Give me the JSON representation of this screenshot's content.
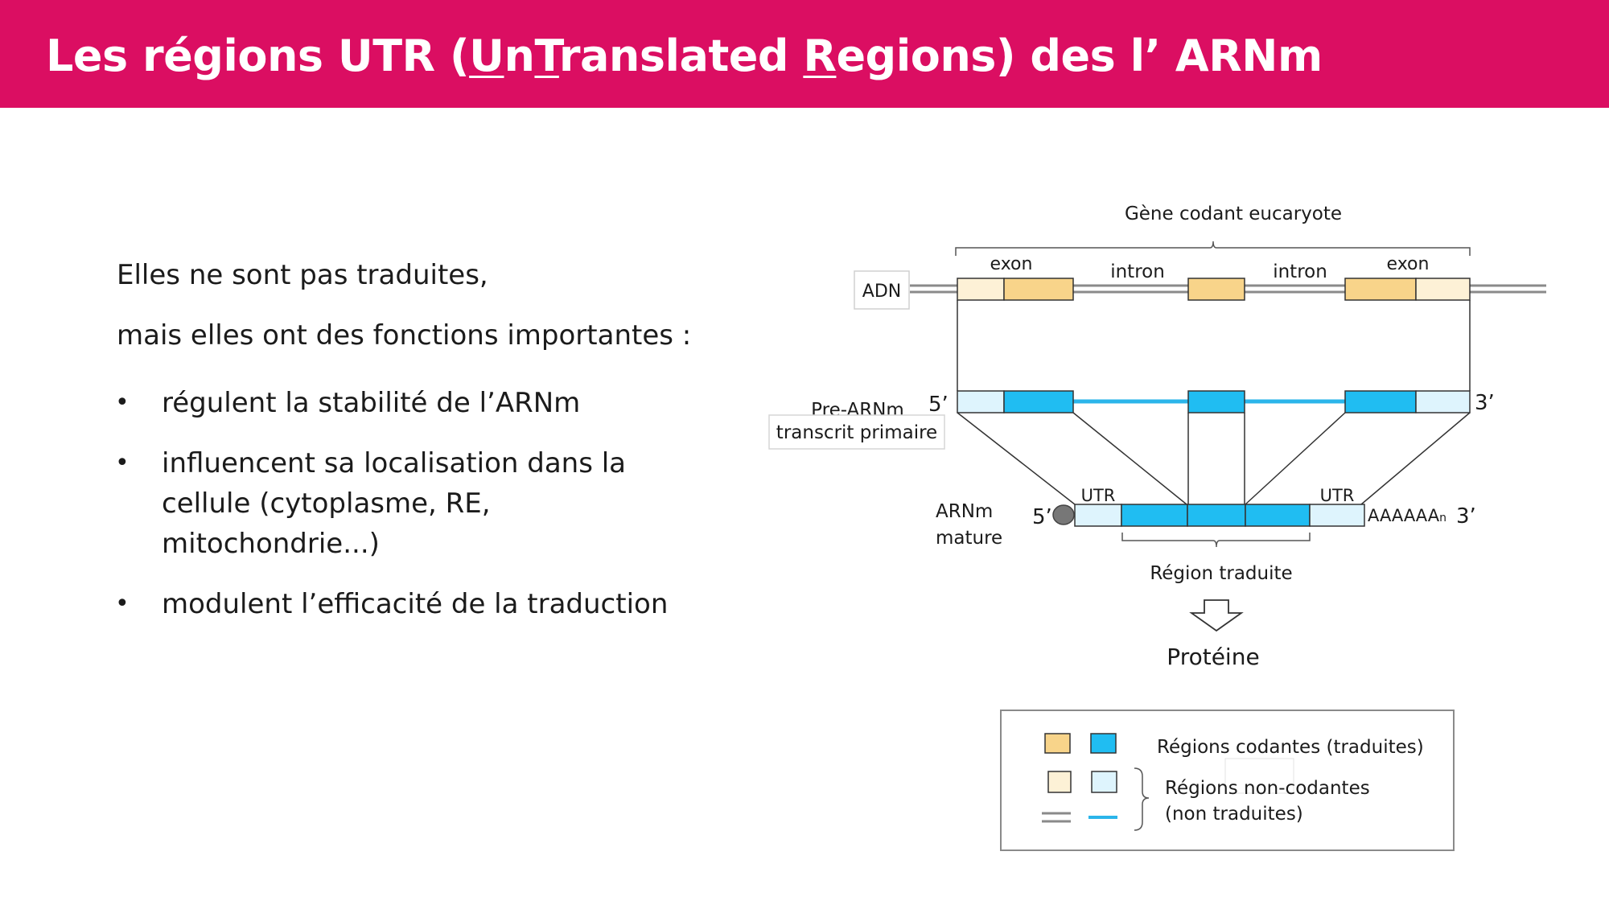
{
  "header": {
    "title_parts": [
      {
        "text": "Les régions UTR (",
        "u": false
      },
      {
        "text": "U",
        "u": true
      },
      {
        "text": "n",
        "u": false
      },
      {
        "text": "T",
        "u": true
      },
      {
        "text": "ranslated ",
        "u": false
      },
      {
        "text": "R",
        "u": true
      },
      {
        "text": "egions) des l’ ARNm",
        "u": false
      }
    ]
  },
  "text": {
    "intro1": "Elles ne sont pas traduites,",
    "intro2": "mais elles ont des fonctions importantes :",
    "bullet_symbol": "•",
    "bullets": [
      "régulent la stabilité de l’ARNm",
      "influencent sa localisation dans la cellule (cytoplasme, RE, mitochondrie...)",
      "modulent l’efficacité de la traduction"
    ]
  },
  "diagram": {
    "gene_label": "Gène codant eucaryote",
    "adn": "ADN",
    "exon_left": "exon",
    "exon_right": "exon",
    "intron_left": "intron",
    "intron_right": "intron",
    "pre_label": "Pre-ARNm",
    "pre_sub": "transcrit primaire",
    "five_prime": "5’",
    "three_prime": "3’",
    "utr_left": "UTR",
    "utr_right": "UTR",
    "mature_line1": "ARNm",
    "mature_line2": "mature",
    "poly_a": "AAAAAA",
    "poly_a_sub": "n",
    "region_label": "Région traduite",
    "protein": "Protéine",
    "colors": {
      "coding_dna": "#f8d48a",
      "noncoding_dna": "#fdf1d6",
      "coding_rna": "#20bdf2",
      "noncoding_rna": "#def4fd",
      "intron_dna": "#8a8a8a",
      "intron_rna": "#2bb5ea"
    }
  },
  "legend": {
    "coding": "Régions codantes (traduites)",
    "noncoding_line1": "Régions non-codantes",
    "noncoding_line2": "(non traduites)"
  }
}
